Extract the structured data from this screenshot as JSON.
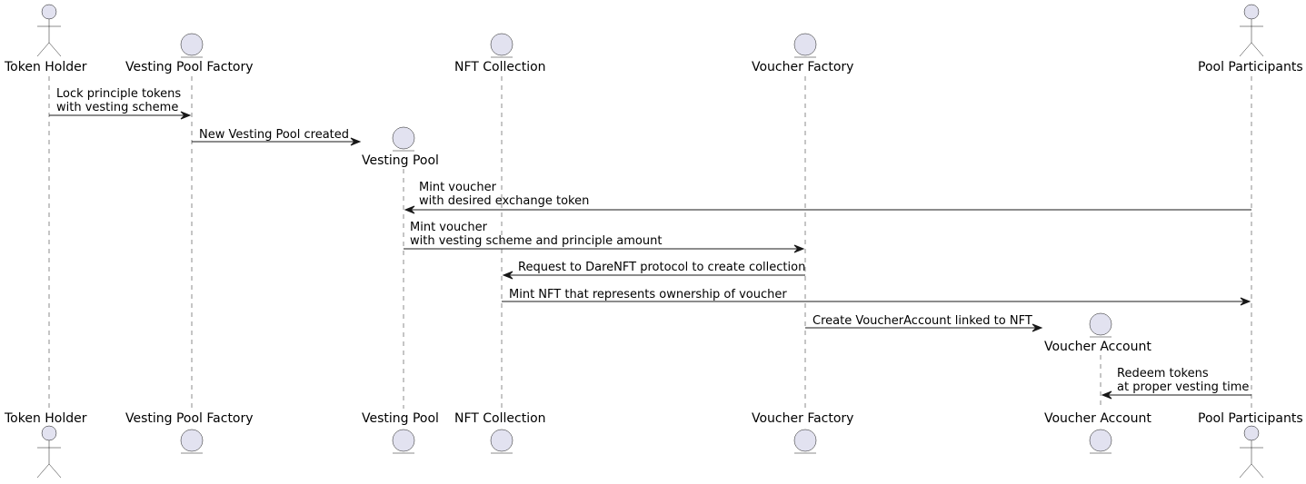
{
  "participants": {
    "token_holder": "Token Holder",
    "vesting_pool_factory": "Vesting Pool Factory",
    "vesting_pool": "Vesting Pool",
    "nft_collection": "NFT Collection",
    "voucher_factory": "Voucher Factory",
    "voucher_account": "Voucher Account",
    "pool_participants": "Pool Participants"
  },
  "messages": {
    "m1_l1": "Lock principle tokens",
    "m1_l2": "with vesting scheme",
    "m2": "New Vesting Pool created",
    "m3_l1": "Mint voucher",
    "m3_l2": "with desired exchange token",
    "m4_l1": "Mint voucher",
    "m4_l2": "with vesting scheme and principle amount",
    "m5": "Request to DareNFT protocol to create collection",
    "m6": "Mint NFT that represents ownership of voucher",
    "m7": "Create VoucherAccount linked to NFT",
    "m8_l1": "Redeem tokens",
    "m8_l2": "at proper vesting time"
  },
  "colors": {
    "participant_fill": "#E2E2F0",
    "line": "#181818"
  }
}
